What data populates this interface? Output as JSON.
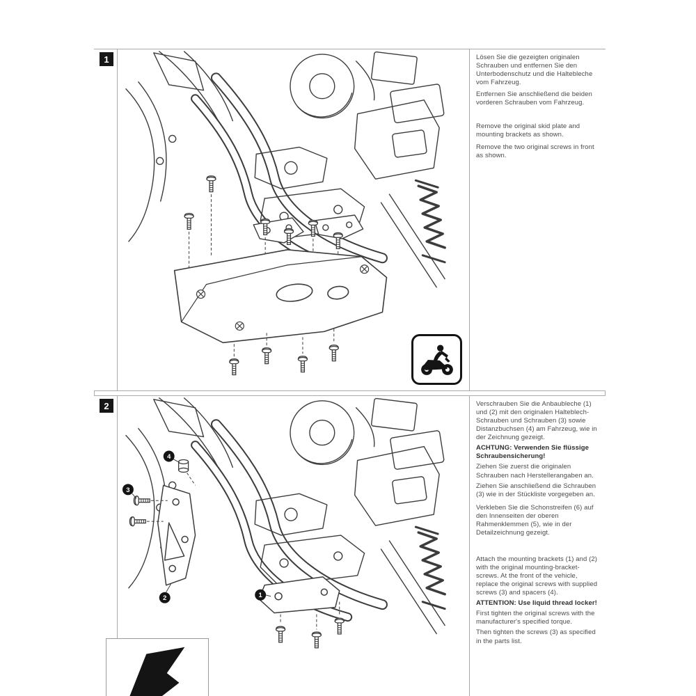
{
  "colors": {
    "line": "#3c3c3c",
    "panel_border": "#ababab",
    "text": "#4a4a4a",
    "badge_bg": "#161616",
    "badge_fg": "#ffffff",
    "pictogram": "#141414"
  },
  "icons": {
    "motorcycle": "motorcycle-rider-pictogram",
    "detail_shape": "black-detail-wedge"
  },
  "panel1": {
    "step": "1",
    "text": {
      "de1": "Lösen Sie die gezeigten originalen Schrauben und entfernen Sie den Unterbodenschutz und die Haltebleche vom Fahrzeug.",
      "de2": "Entfernen Sie anschließend die beiden vorderen Schrauben vom Fahrzeug.",
      "en1": "Remove the original skid plate and mounting brackets as shown.",
      "en2": "Remove the two original screws in front as shown."
    }
  },
  "panel2": {
    "step": "2",
    "text": {
      "de1": "Verschrauben Sie die Anbaubleche (1) und (2) mit den originalen Halteblech-Schrauben und Schrauben (3) sowie Distanzbuchsen (4) am Fahrzeug, wie in der Zeichnung gezeigt.",
      "de_warn": "ACHTUNG: Verwenden Sie flüssige Schraubensicherung!",
      "de2": "Ziehen Sie zuerst die originalen Schrauben nach Herstellerangaben an.",
      "de3": "Ziehen Sie anschließend die Schrauben (3) wie in der Stückliste vorgegeben an.",
      "de4": "Verkleben Sie die Schonstreifen (6) auf den Innenseiten der oberen Rahmenklemmen (5), wie in der Detailzeichnung gezeigt.",
      "en1": "Attach the mounting brackets (1) and (2) with the original mounting-bracket-screws. At the front of the vehicle, replace the original screws with supplied screws (3) and spacers (4).",
      "en_warn": "ATTENTION: Use liquid thread locker!",
      "en2": "First tighten the original screws with the manufacturer's specified torque.",
      "en3": "Then tighten the screws (3) as specified in the parts list."
    },
    "callouts": {
      "c1": "1",
      "c2": "2",
      "c3": "3",
      "c4": "4"
    }
  }
}
